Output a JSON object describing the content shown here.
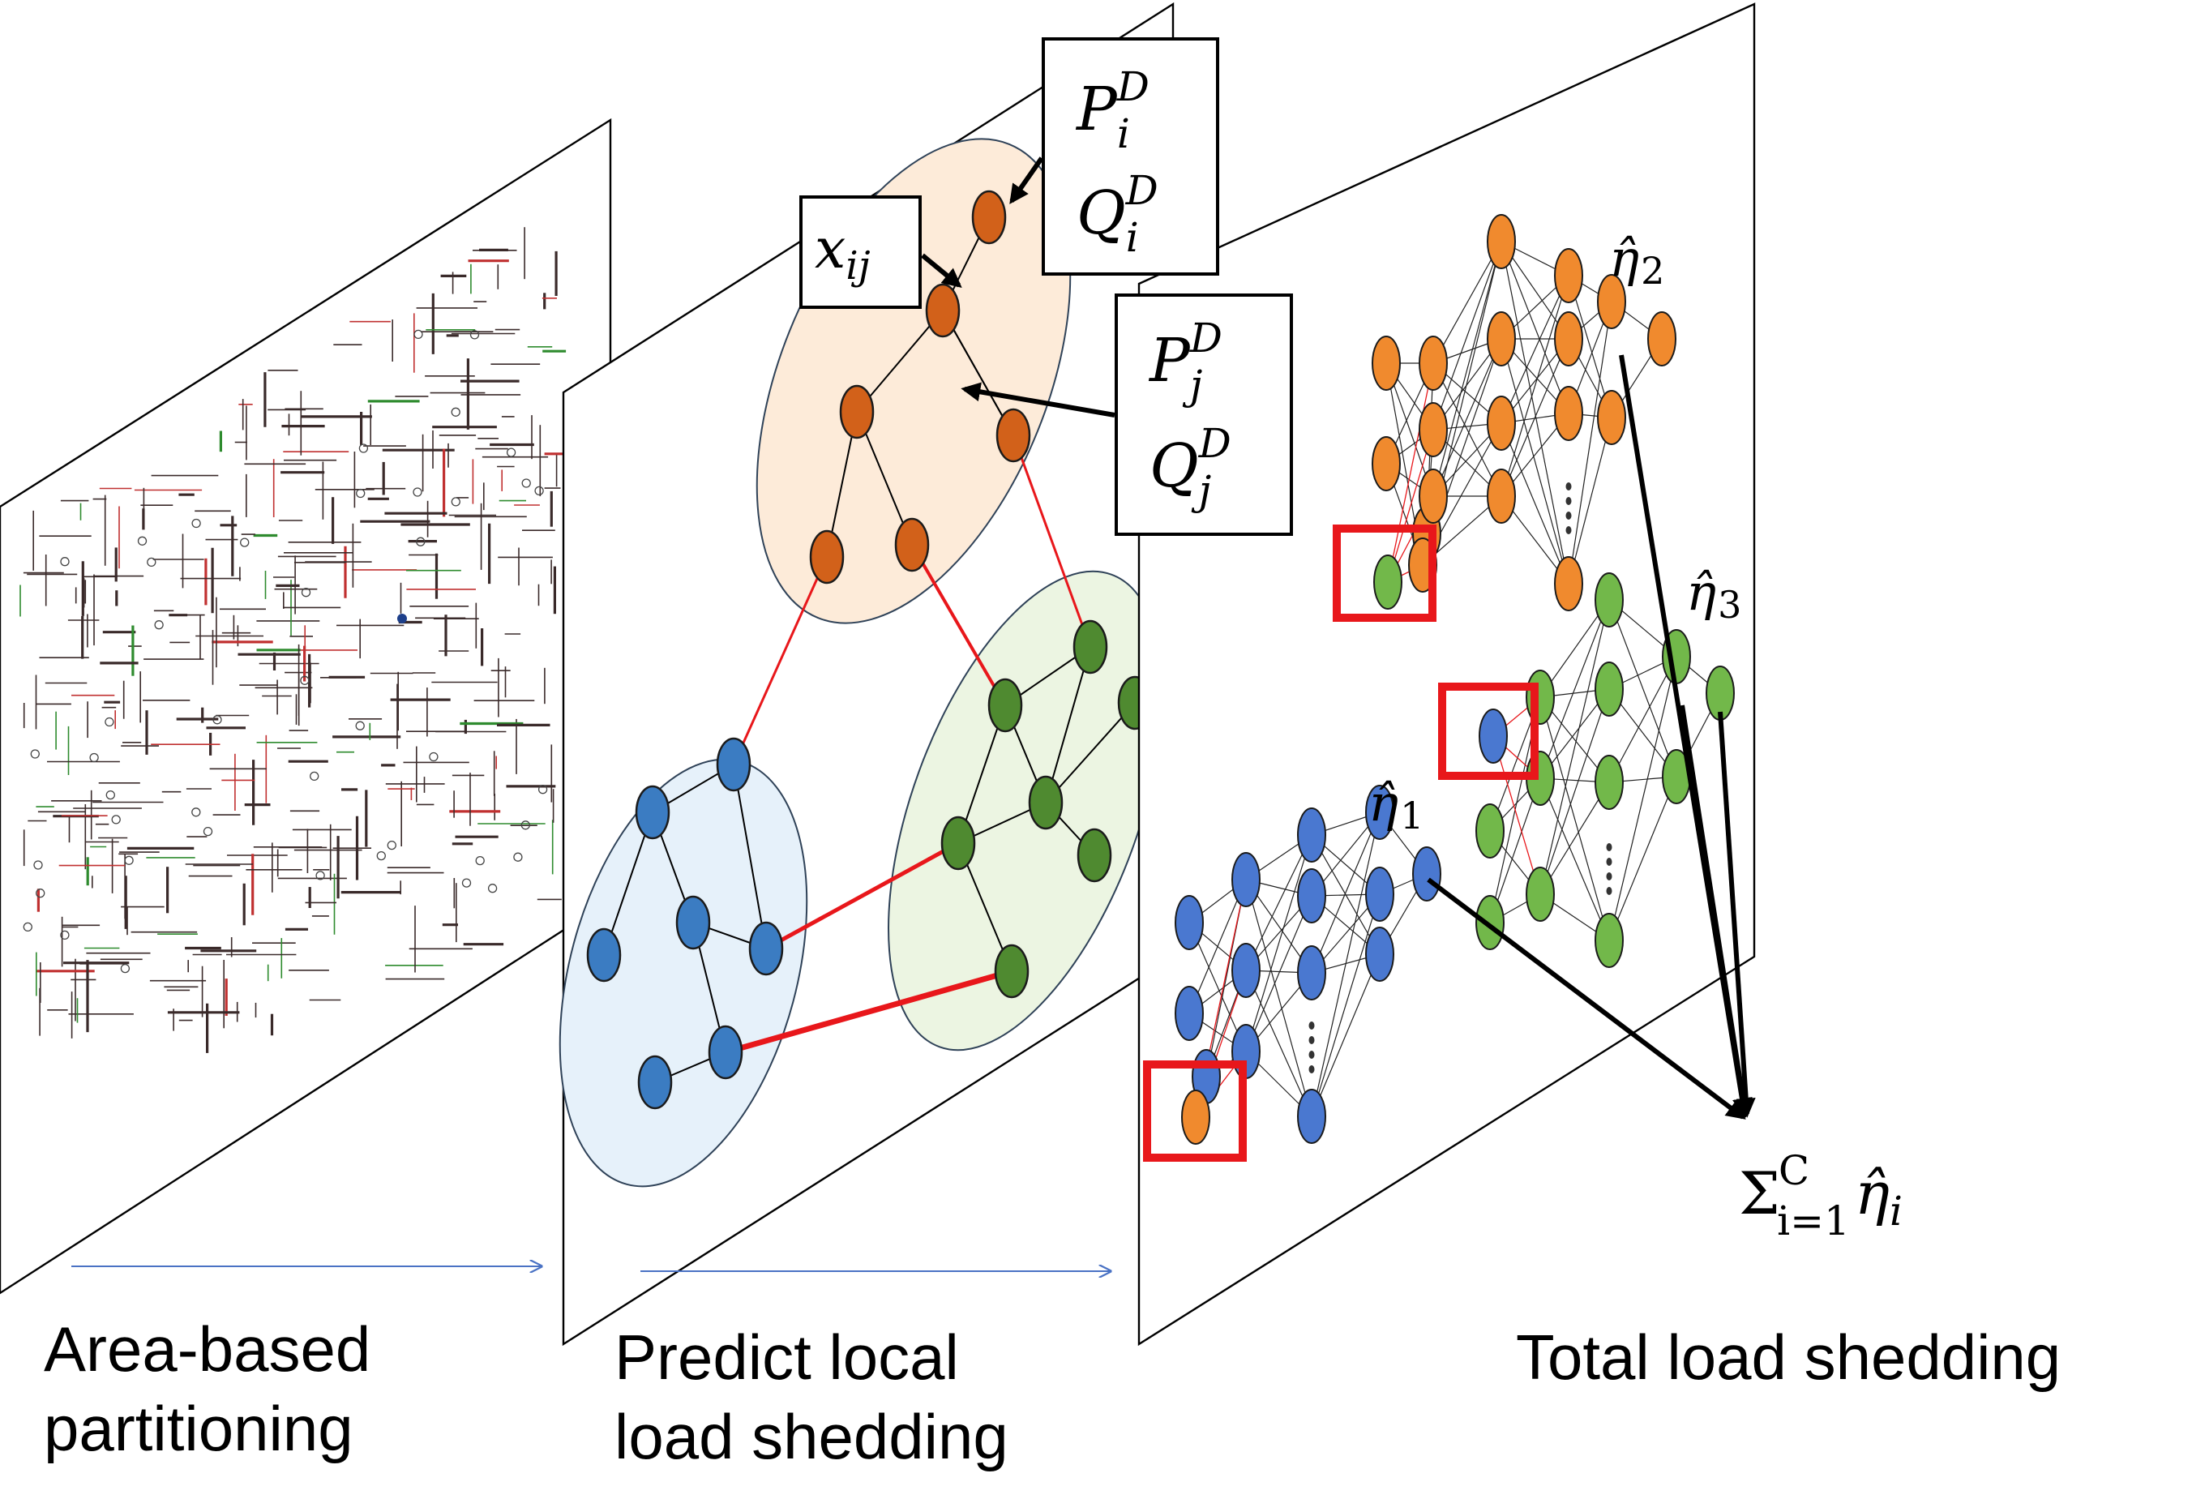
{
  "stages": [
    {
      "line1": "Area-based",
      "line2": "partitioning"
    },
    {
      "line1": "Predict local",
      "line2": "load shedding"
    },
    {
      "line1": "Total load shedding",
      "line2": ""
    }
  ],
  "features": {
    "edge": {
      "base": "x",
      "sub": "ij"
    },
    "node_i": {
      "p": "P",
      "q": "Q",
      "sub": "i",
      "sup": "D"
    },
    "node_j": {
      "p": "P",
      "q": "Q",
      "sub": "j",
      "sup": "D"
    }
  },
  "outputs": [
    {
      "symbol": "η̂",
      "sub": "1"
    },
    {
      "symbol": "η̂",
      "sub": "2"
    },
    {
      "symbol": "η̂",
      "sub": "3"
    }
  ],
  "sum": {
    "sigma": "Σ",
    "sub": "i=1",
    "sup": "C",
    "symbol": "η̂",
    "symbol_sub": "i"
  },
  "colors": {
    "area_orange": "#d2611a",
    "area_blue": "#3b7cc2",
    "area_green": "#4f8a30",
    "nn_orange": "#f08a2e",
    "nn_blue": "#4a78d0",
    "nn_green": "#72b84a",
    "tie_line": "#e8171b",
    "highlight_box": "#e8171b",
    "flow_arrow": "#4a72c4"
  }
}
